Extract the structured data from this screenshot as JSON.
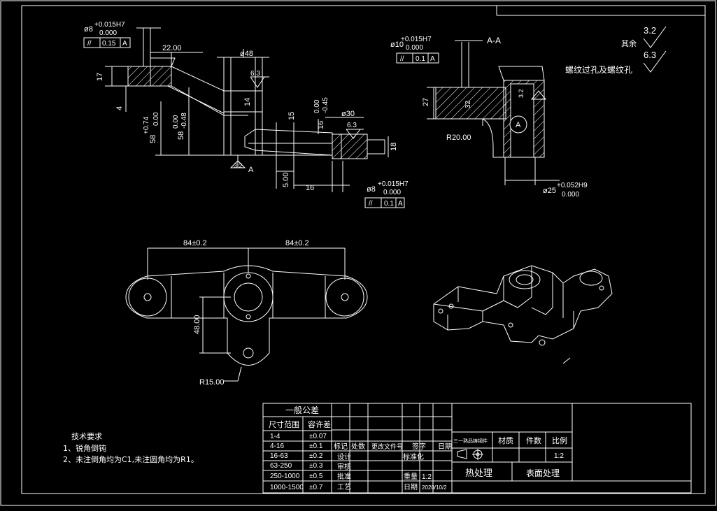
{
  "drawing": {
    "part1": {
      "top_dia": "ø8",
      "top_tol_upper": "+0.015H7",
      "top_tol_lower": "0.000",
      "top_fcf_symbol": "//",
      "top_fcf_value": "0.15",
      "top_fcf_datum": "A",
      "dim_22": "22.00",
      "dim_dia48": "ø48",
      "dim_17": "17",
      "dim_4": "4",
      "dim_58a_tol": "+0.74",
      "dim_58a_tol2": "0.00",
      "dim_58a": "58",
      "dim_58b": "58",
      "dim_58b_tol": "0.00",
      "dim_58b_tol2": "-0.48",
      "rough_63a": "6.3",
      "dim_14": "14",
      "dim_15": "15",
      "dim_16v": "16",
      "dim_16v_tol": "0.00",
      "dim_16v_tol2": "-0.45",
      "dim_dia30": "ø30",
      "rough_63b": "6.3",
      "dim_18": "18",
      "rough_32a": "3.2",
      "datum_a": "A",
      "dim_5": "5.00",
      "dim_16h": "16",
      "bot_dia": "ø8",
      "bot_tol_upper": "+0.015H7",
      "bot_tol_lower": "0.000",
      "bot_fcf_symbol": "//",
      "bot_fcf_value": "0.1",
      "bot_fcf_datum": "A"
    },
    "section": {
      "dia10": "ø10",
      "dia10_tol_upper": "+0.015H7",
      "dia10_tol_lower": "0.000",
      "fcf_symbol": "//",
      "fcf_value": "0.1",
      "fcf_datum": "A",
      "section_label": "A-A",
      "dim_27": "27",
      "dim_32": "32",
      "rough_32": "3.2",
      "r20": "R20.00",
      "circle_label": "A",
      "dia25": "ø25",
      "dia25_tol_upper": "+0.052H9",
      "dia25_tol_lower": "0.000"
    },
    "corner": {
      "rest_label": "其余",
      "rough_32": "3.2",
      "rough_63": "6.3",
      "note": "螺纹过孔及螺纹孔"
    },
    "plan": {
      "dim_84a": "84±0.2",
      "dim_84b": "84±0.2",
      "dim_48": "48.00",
      "r15": "R15.00"
    },
    "tech": {
      "title": "技术要求",
      "line1": "1、锐角倒钝",
      "line2": "2、未注倒角均为C1,未注圆角均为R1。"
    },
    "title_block": {
      "general_tol": "一般公差",
      "size_range": "尺寸范围",
      "tolerance": "容许差",
      "rows": [
        {
          "range": "1-4",
          "tol": "±0.07"
        },
        {
          "range": "4-16",
          "tol": "±0.1"
        },
        {
          "range": "16-63",
          "tol": "±0.2"
        },
        {
          "range": "63-250",
          "tol": "±0.3"
        },
        {
          "range": "250-1000",
          "tol": "±0.5"
        },
        {
          "range": "1000-1500",
          "tol": "±0.7"
        }
      ],
      "mark": "标记",
      "count": "处数",
      "change_doc": "更改文件号",
      "signature": "签字",
      "date": "日期",
      "design": "设计",
      "review": "审核",
      "approve": "批准",
      "process": "工艺",
      "standard": "标准化",
      "weight_label": "重量",
      "weight_value": "1:2",
      "date_label": "日期",
      "date_value": "2020/10/2",
      "part_name": "三一熟品铸钢件",
      "material": "材质",
      "part_no": "件数",
      "scale_label": "比例",
      "scale_value": "1:2",
      "heat_treatment": "热处理",
      "surface_treatment": "表面处理"
    }
  },
  "colors": {
    "background": "#000000",
    "line": "#ffffff"
  }
}
